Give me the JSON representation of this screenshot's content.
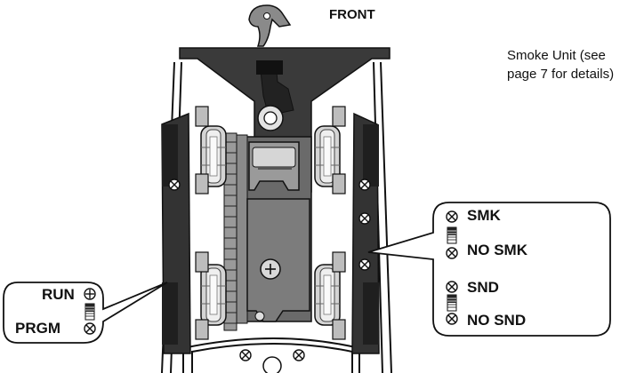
{
  "labels": {
    "front": "FRONT",
    "smoke_unit": "Smoke Unit (see page 7 for details)"
  },
  "right_switches": {
    "smk": "SMK",
    "no_smk": "NO SMK",
    "snd": "SND",
    "no_snd": "NO SND"
  },
  "left_switch": {
    "run": "RUN",
    "prgm": "PRGM"
  },
  "colors": {
    "frame": "#1c1c1c",
    "dark_gray": "#555555",
    "mid_gray": "#7d7d7d",
    "light_gray": "#b9b9b9",
    "wheel": "#cfcfcf"
  }
}
